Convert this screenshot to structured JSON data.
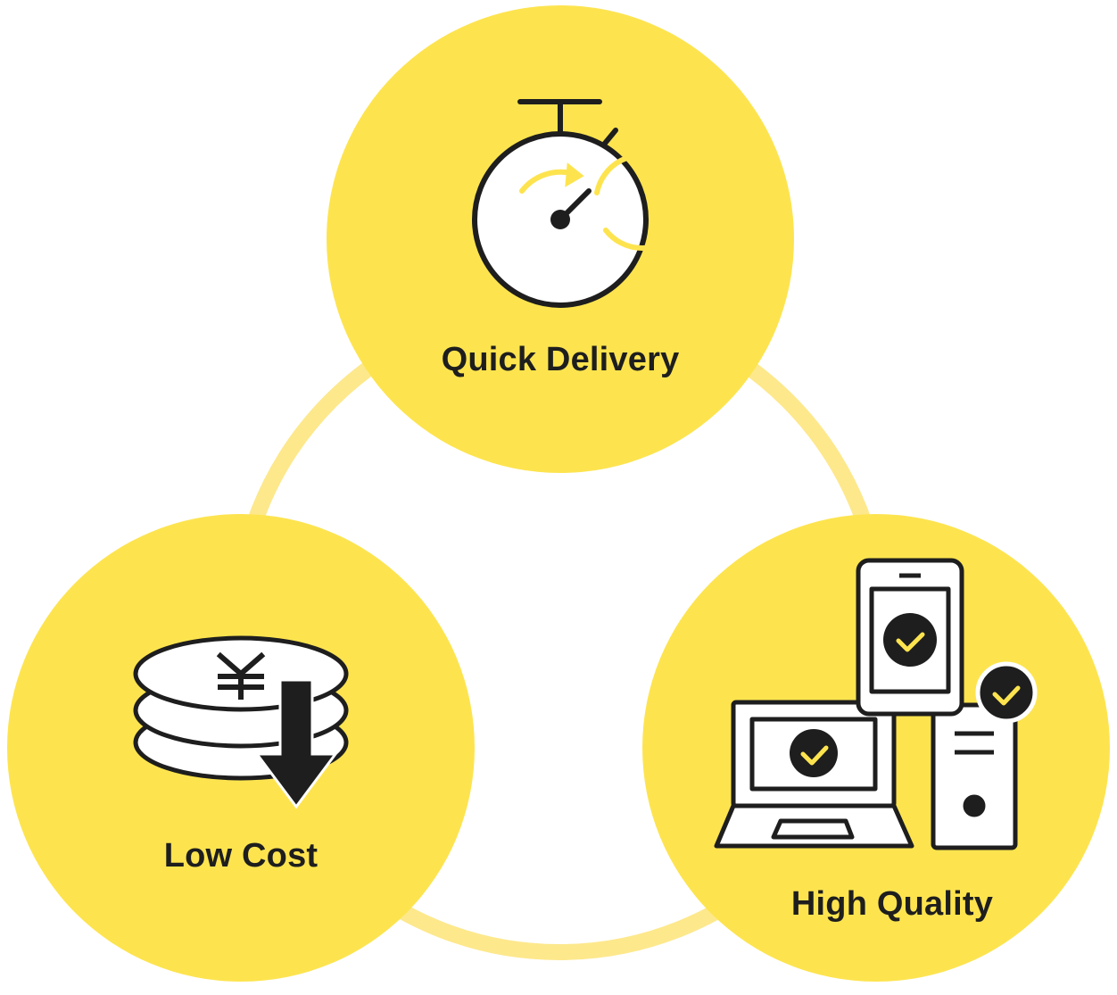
{
  "diagram": {
    "nodes": [
      {
        "id": "quick-delivery",
        "label": "Quick Delivery",
        "icon": "stopwatch-icon"
      },
      {
        "id": "low-cost",
        "label": "Low Cost",
        "icon": "yen-coins-down-icon"
      },
      {
        "id": "high-quality",
        "label": "High Quality",
        "icon": "devices-check-icon"
      }
    ],
    "connector": "ring"
  },
  "colors": {
    "circle": "#fde44f",
    "ring": "#fde88c",
    "ink": "#1e1e1e",
    "white": "#ffffff"
  }
}
